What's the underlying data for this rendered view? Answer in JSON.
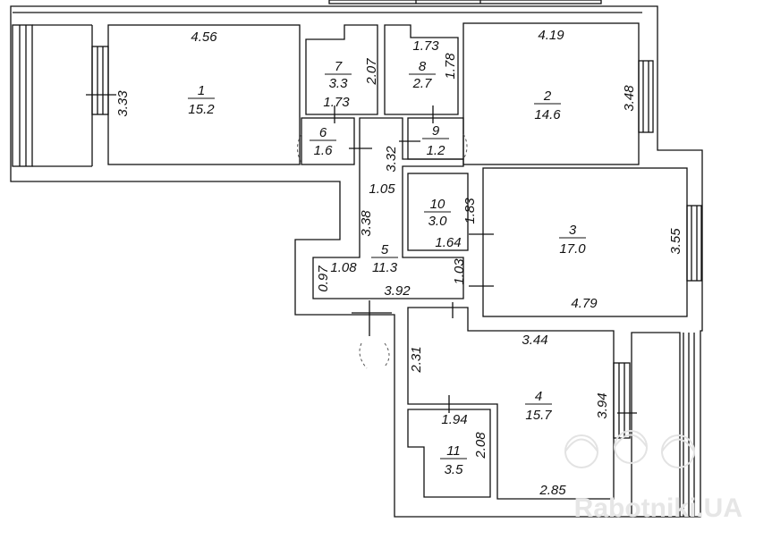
{
  "rooms": [
    {
      "id": "1",
      "number": "1",
      "area": "15.2"
    },
    {
      "id": "2",
      "number": "2",
      "area": "14.6"
    },
    {
      "id": "3",
      "number": "3",
      "area": "17.0"
    },
    {
      "id": "4",
      "number": "4",
      "area": "15.7"
    },
    {
      "id": "5",
      "number": "5",
      "area": "11.3"
    },
    {
      "id": "6",
      "number": "6",
      "area": "1.6"
    },
    {
      "id": "7",
      "number": "7",
      "area": "3.3"
    },
    {
      "id": "8",
      "number": "8",
      "area": "2.7"
    },
    {
      "id": "9",
      "number": "9",
      "area": "1.2"
    },
    {
      "id": "10",
      "number": "10",
      "area": "3.0"
    },
    {
      "id": "11",
      "number": "11",
      "area": "3.5"
    }
  ],
  "dimensions": {
    "r1_width": "4.56",
    "r1_height": "3.33",
    "r2_width": "4.19",
    "r2_height": "3.48",
    "r3_width": "4.79",
    "r3_height": "3.55",
    "r4_top": "3.44",
    "r4_left": "2.31",
    "r4_right": "3.94",
    "r4_bottom": "2.85",
    "r5_a": "1.05",
    "r5_b": "3.38",
    "r5_c": "1.08",
    "r5_d": "0.97",
    "r5_e": "3.92",
    "r5_f": "1.03",
    "r6_a": "1.73",
    "r6_b": "3.32",
    "r7_h": "2.07",
    "r8_w": "1.73",
    "r8_h": "1.78",
    "r10_h": "1.83",
    "r10_w": "1.64",
    "r11_w": "1.94",
    "r11_h": "2.08"
  },
  "watermark": "Rabotniki.UA"
}
